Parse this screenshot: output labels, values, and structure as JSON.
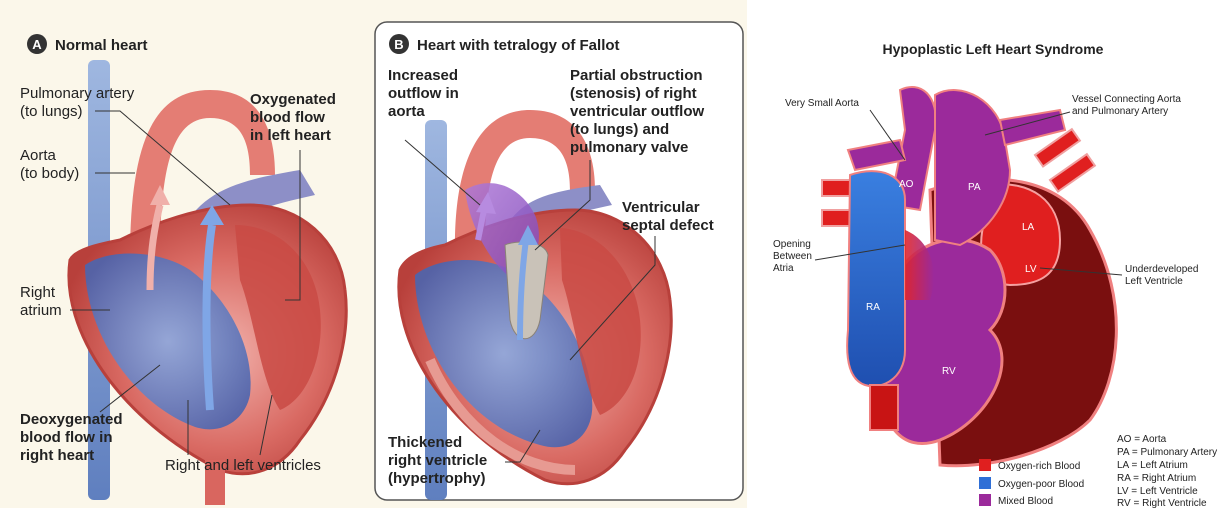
{
  "panel_a": {
    "badge": "A",
    "title": "Normal heart",
    "labels": {
      "pulmonary_artery": [
        "Pulmonary artery",
        "(to lungs)"
      ],
      "aorta": [
        "Aorta",
        "(to body)"
      ],
      "right_atrium": [
        "Right",
        "atrium"
      ],
      "oxygenated": [
        "Oxygenated",
        "blood flow",
        "in left heart"
      ],
      "deoxygenated": [
        "Deoxygenated",
        "blood flow in",
        "right heart"
      ],
      "ventricles": "Right and left ventricles"
    }
  },
  "panel_b": {
    "badge": "B",
    "title": "Heart with tetralogy of Fallot",
    "labels": {
      "increased_outflow": [
        "Increased",
        "outflow in",
        "aorta"
      ],
      "partial_obstruction": [
        "Partial obstruction",
        "(stenosis) of right",
        "ventricular outflow",
        "(to lungs) and",
        "pulmonary valve"
      ],
      "vsd": [
        "Ventricular",
        "septal defect"
      ],
      "thickened": [
        "Thickened",
        "right ventricle",
        "(hypertrophy)"
      ]
    }
  },
  "panel_c": {
    "title": "Hypoplastic Left Heart Syndrome",
    "labels": {
      "very_small_aorta": "Very Small Aorta",
      "vessel_connecting": [
        "Vessel Connecting Aorta",
        "and Pulmonary Artery"
      ],
      "opening_between": [
        "Opening",
        "Between",
        "Atria"
      ],
      "underdeveloped": [
        "Underdeveloped",
        "Left Ventricle"
      ],
      "ao": "AO",
      "pa": "PA",
      "la": "LA",
      "lv": "LV",
      "ra": "RA",
      "rv": "RV"
    },
    "legend": [
      {
        "label": "Oxygen-rich Blood",
        "color": "#e01f1f"
      },
      {
        "label": "Oxygen-poor Blood",
        "color": "#2f6fd6"
      },
      {
        "label": "Mixed Blood",
        "color": "#9b2a9b"
      }
    ],
    "abbreviations": [
      "AO = Aorta",
      "PA = Pulmonary Artery",
      "LA = Left Atrium",
      "RA = Right Atrium",
      "LV = Left Ventricle",
      "RV = Right Ventricle"
    ]
  }
}
